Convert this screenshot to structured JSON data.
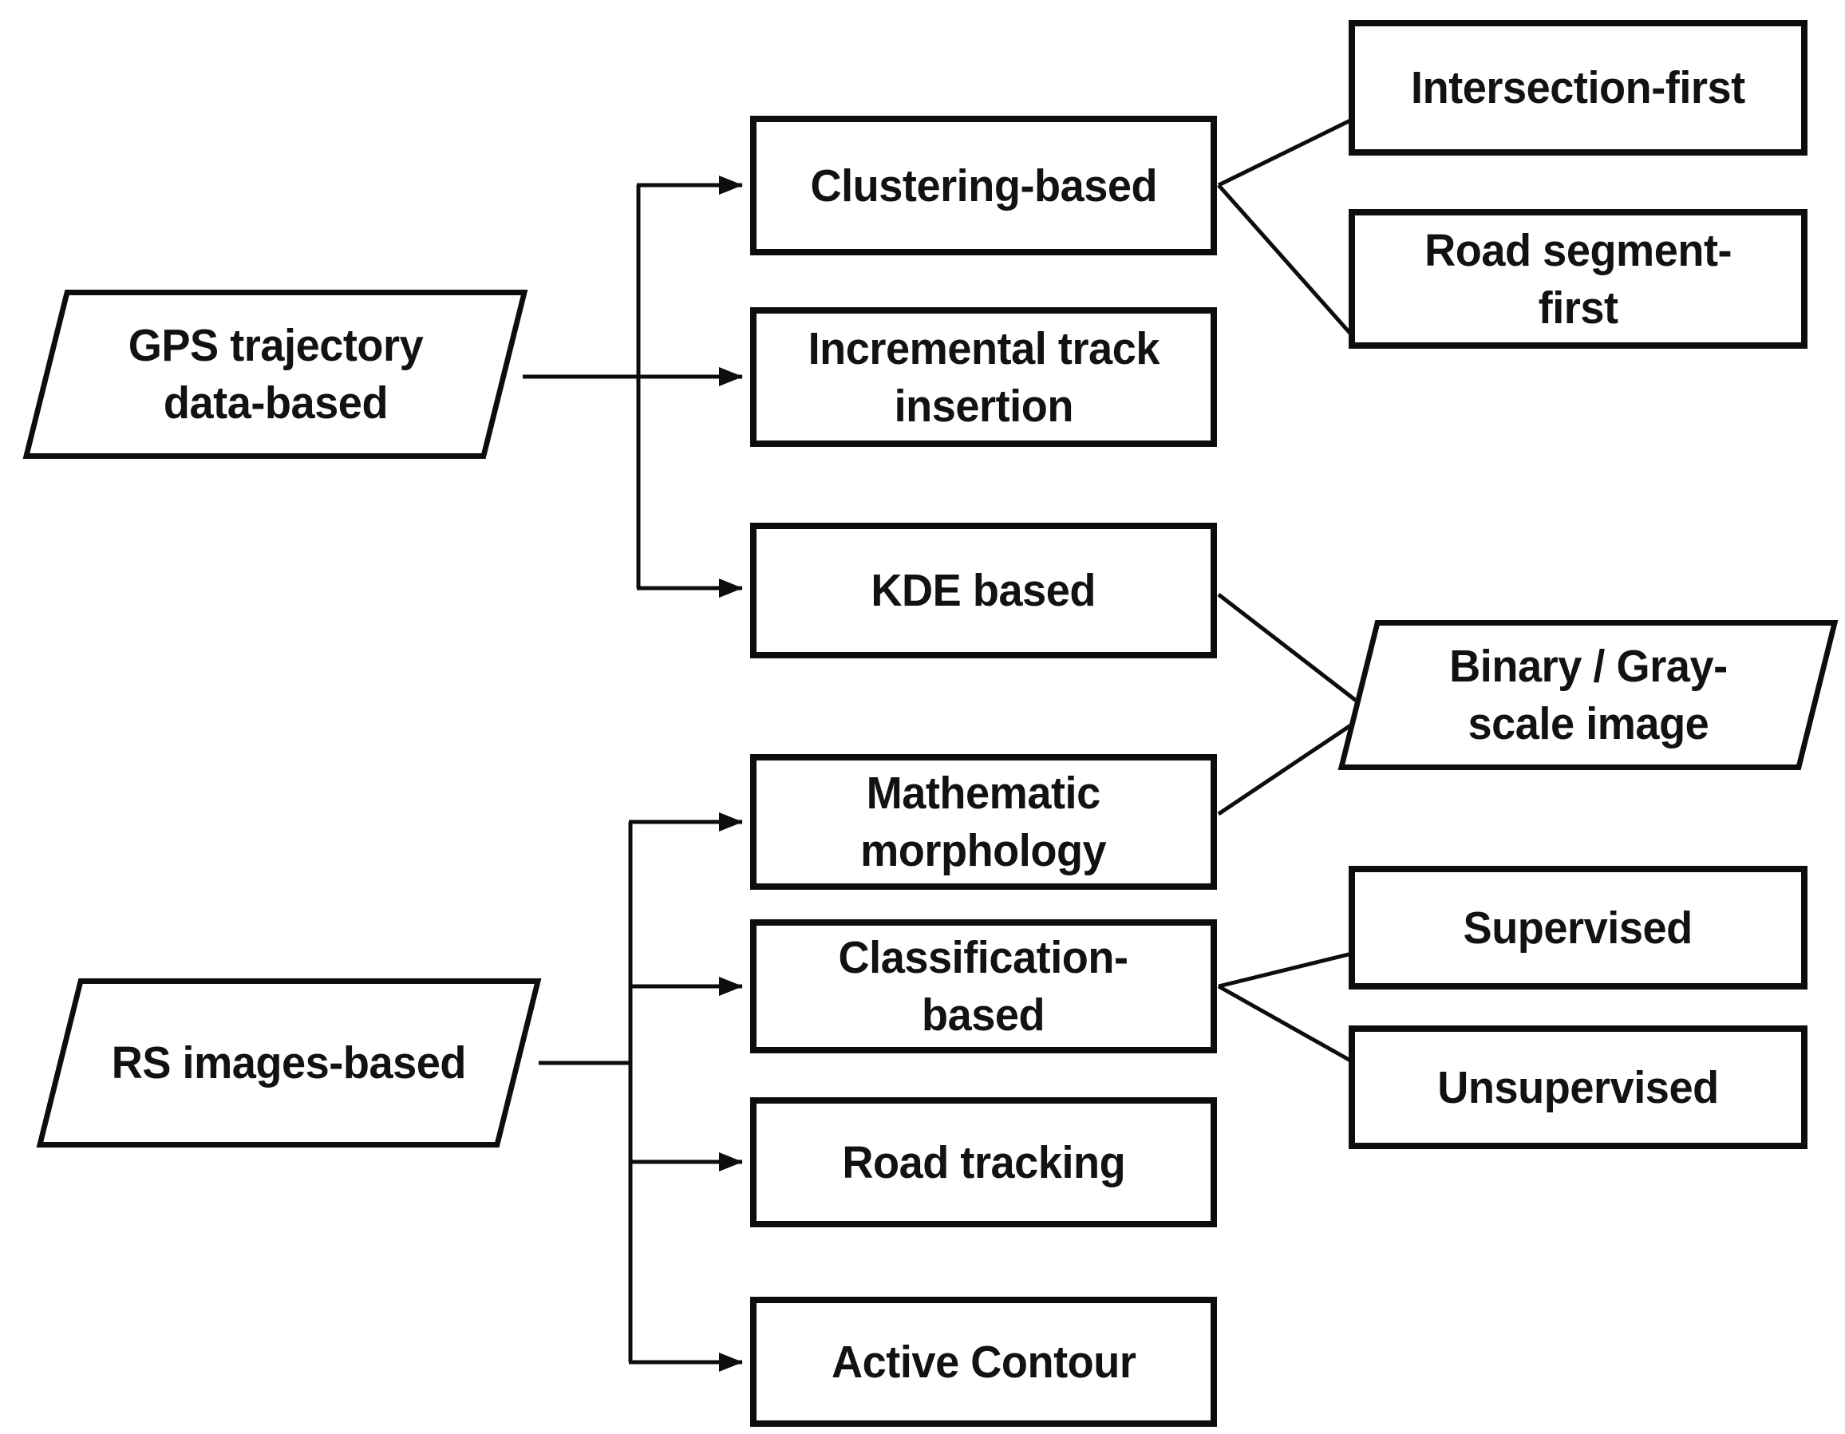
{
  "diagram": {
    "title": "Road network extraction methods taxonomy",
    "background_color": "#ffffff",
    "stroke_color": "#0d0d0d",
    "text_color": "#121212",
    "nodes": {
      "gps": {
        "shape": "parallelogram",
        "label": "GPS trajectory data-based",
        "line1": "GPS trajectory",
        "line2": "data-based"
      },
      "rs": {
        "shape": "parallelogram",
        "label": "RS images-based",
        "line1": "RS images-based"
      },
      "clustering": {
        "shape": "rect",
        "label": "Clustering-based",
        "line1": "Clustering-based"
      },
      "incremental": {
        "shape": "rect",
        "label": "Incremental track insertion",
        "line1": "Incremental track",
        "line2": "insertion"
      },
      "kde": {
        "shape": "rect",
        "label": "KDE based",
        "line1": "KDE based"
      },
      "morphology": {
        "shape": "rect",
        "label": "Mathematic morphology",
        "line1": "Mathematic",
        "line2": "morphology"
      },
      "classification": {
        "shape": "rect",
        "label": "Classification-based",
        "line1": "Classification-",
        "line2": "based"
      },
      "road_tracking": {
        "shape": "rect",
        "label": "Road tracking",
        "line1": "Road tracking"
      },
      "active_contour": {
        "shape": "rect",
        "label": "Active Contour",
        "line1": "Active Contour"
      },
      "intersection_first": {
        "shape": "rect",
        "label": "Intersection-first",
        "line1": "Intersection-first"
      },
      "road_segment_first": {
        "shape": "rect",
        "label": "Road segment-first",
        "line1": "Road segment-",
        "line2": "first"
      },
      "binary_grayscale": {
        "shape": "parallelogram",
        "label": "Binary / Gray-scale image",
        "line1": "Binary / Gray-",
        "line2": "scale image"
      },
      "supervised": {
        "shape": "rect",
        "label": "Supervised",
        "line1": "Supervised"
      },
      "unsupervised": {
        "shape": "rect",
        "label": "Unsupervised",
        "line1": "Unsupervised"
      }
    },
    "edges": [
      {
        "from": "gps",
        "to": "clustering",
        "arrow": true
      },
      {
        "from": "gps",
        "to": "incremental",
        "arrow": true
      },
      {
        "from": "gps",
        "to": "kde",
        "arrow": true
      },
      {
        "from": "clustering",
        "to": "intersection_first",
        "arrow": false
      },
      {
        "from": "clustering",
        "to": "road_segment_first",
        "arrow": false
      },
      {
        "from": "kde",
        "to": "binary_grayscale",
        "arrow": false
      },
      {
        "from": "morphology",
        "to": "binary_grayscale",
        "arrow": false
      },
      {
        "from": "rs",
        "to": "morphology",
        "arrow": true
      },
      {
        "from": "rs",
        "to": "classification",
        "arrow": true
      },
      {
        "from": "rs",
        "to": "road_tracking",
        "arrow": true
      },
      {
        "from": "rs",
        "to": "active_contour",
        "arrow": true
      },
      {
        "from": "classification",
        "to": "supervised",
        "arrow": false
      },
      {
        "from": "classification",
        "to": "unsupervised",
        "arrow": false
      }
    ]
  }
}
